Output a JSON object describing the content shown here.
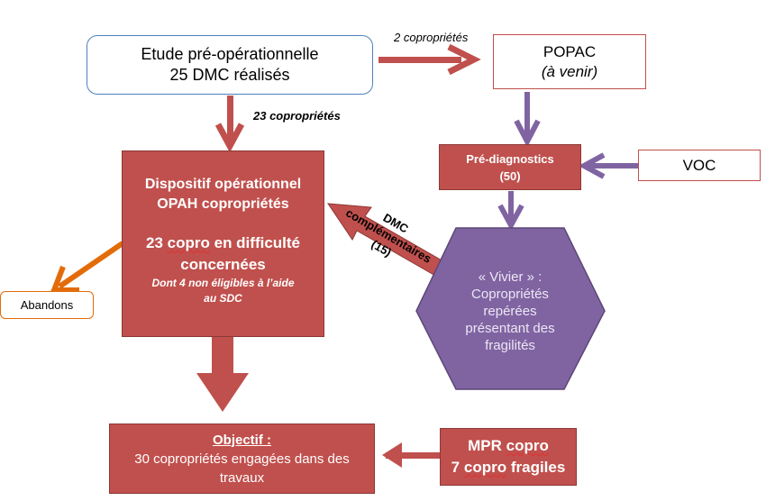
{
  "nodes": {
    "etude": {
      "line1": "Etude pré-opérationnelle",
      "line2": "25 DMC réalisés"
    },
    "popac": {
      "line1": "POPAC",
      "line2": "(à venir)"
    },
    "prediag": {
      "line1": "Pré-diagnostics",
      "line2": "(50)"
    },
    "voc": {
      "label": "VOC"
    },
    "opah": {
      "title1": "Dispositif opérationnel",
      "title2": "OPAH copropriétés",
      "count_prefix": "23",
      "count_word": "copro",
      "count_suffix": "en difficulté",
      "count_line2": "concernées",
      "note1": "Dont 4 non éligibles  à l’aide",
      "note2": "au SDC"
    },
    "vivier": {
      "line1": "« Vivier » :",
      "line2": "Copropriétés",
      "line3": "repérées",
      "line4": "présentant des",
      "line5": "fragilités"
    },
    "abandons": {
      "label": "Abandons"
    },
    "objectif": {
      "title": "Objectif :",
      "line1": "30 copropriétés engagées dans des",
      "line2": "travaux"
    },
    "mpr": {
      "line1_a": "MPR",
      "line1_b": "copro",
      "line2_a": "7",
      "line2_b": "copro",
      "line2_c": "fragiles"
    }
  },
  "edge_labels": {
    "etude_to_popac": "2 copropriétés",
    "etude_to_opah": "23 copropriétés",
    "vivier_to_opah_1": "DMC",
    "vivier_to_opah_2": "complémentaires",
    "vivier_to_opah_3": "(15)"
  },
  "colors": {
    "red": "#c0504d",
    "purple": "#8064a2",
    "orange": "#e36c09",
    "blue_border": "#4f81bd"
  }
}
